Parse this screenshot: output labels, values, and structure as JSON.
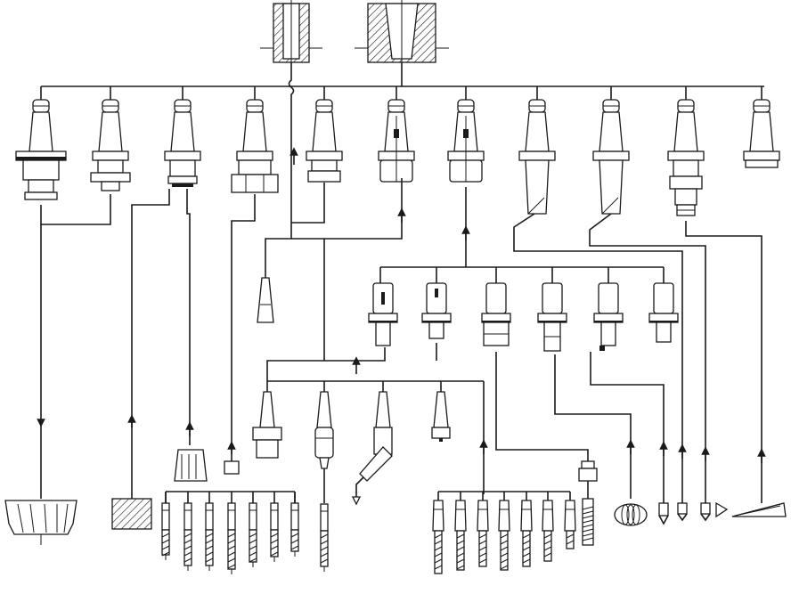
{
  "diagram": {
    "kind": "tooling-system-schematic",
    "ink_color": "#1a1a1a",
    "background_color": "#ffffff",
    "spindles": [
      {
        "id": "spindle-left"
      },
      {
        "id": "spindle-right"
      }
    ],
    "holders": [
      {
        "id": "holder-1"
      },
      {
        "id": "holder-2"
      },
      {
        "id": "holder-3"
      },
      {
        "id": "holder-4"
      },
      {
        "id": "holder-5"
      },
      {
        "id": "holder-6"
      },
      {
        "id": "holder-7"
      },
      {
        "id": "holder-8"
      },
      {
        "id": "holder-9"
      },
      {
        "id": "holder-10"
      },
      {
        "id": "holder-11"
      }
    ],
    "adapters": [
      {
        "id": "adapter-1"
      },
      {
        "id": "adapter-2"
      },
      {
        "id": "adapter-3"
      },
      {
        "id": "adapter-4"
      },
      {
        "id": "adapter-5"
      },
      {
        "id": "adapter-6"
      }
    ],
    "intermediate_tools": [
      {
        "id": "sleeve-1"
      },
      {
        "id": "sleeve-2"
      },
      {
        "id": "sleeve-3"
      },
      {
        "id": "sleeve-4"
      },
      {
        "id": "sleeve-5"
      }
    ],
    "cutting_tools": [
      {
        "id": "face-mill"
      },
      {
        "id": "block-cutter"
      },
      {
        "id": "drill-group-left"
      },
      {
        "id": "drill-group-right"
      },
      {
        "id": "ring-cutter"
      },
      {
        "id": "small-bit-1"
      },
      {
        "id": "small-bit-2"
      },
      {
        "id": "small-bit-3"
      },
      {
        "id": "wedge-cutter"
      }
    ]
  }
}
